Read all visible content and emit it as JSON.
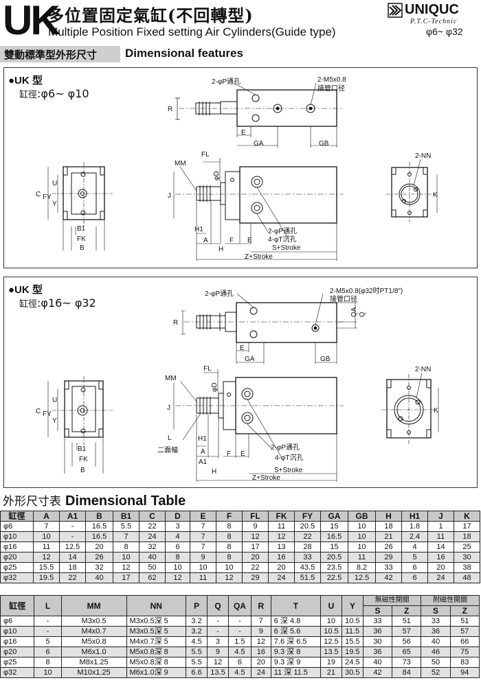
{
  "header": {
    "series_code": "UK",
    "title_zh": "多位置固定氣缸(不回轉型)",
    "title_en": "Multiple Position Fixed setting Air Cylinders(Guide type)",
    "brand_name": "UNIQUC",
    "brand_sub": "P.T.C-Technic",
    "size_range": "φ6~ φ32"
  },
  "section": {
    "title_zh": "雙動標準型外形尺寸",
    "title_en": "Dimensional features"
  },
  "panel1": {
    "model": "●UK 型",
    "bore_prefix": "缸徑",
    "bore_range": ":φ6~ φ10",
    "labels": {
      "p_hole": "2-φP通孔",
      "m5": "2-M5x0.8",
      "port": "接管口径",
      "R": "R",
      "E": "E",
      "GA": "GA",
      "GB": "GB",
      "FL": "FL",
      "MM": "MM",
      "D": "φD",
      "J": "J",
      "H1": "H1",
      "A": "A",
      "F": "F",
      "E2": "E",
      "H": "H",
      "p_hole2": "2-φP通孔",
      "t_hole": "4-φT沉孔",
      "s_stroke": "S+Stroke",
      "z_stroke": "Z+Stroke",
      "C": "C",
      "FY": "FY",
      "U": "U",
      "Y": "Y",
      "B1": "B1",
      "FK": "FK",
      "B": "B",
      "NN": "2-NN",
      "K": "K"
    }
  },
  "panel2": {
    "model": "●UK 型",
    "bore_prefix": "缸徑",
    "bore_range": ":φ16~ φ32",
    "labels": {
      "p_hole": "2-φP通孔",
      "m5": "2-M5x0.8(φ32时PT1/8\")",
      "port": "接管口径",
      "R": "R",
      "E": "E",
      "GA": "GA",
      "GB": "GB",
      "QA": "QA",
      "Q": "Q",
      "FL": "FL",
      "MM": "MM",
      "D": "φD",
      "J": "J",
      "L": "L",
      "two_face": "二面幅",
      "H1": "H1",
      "A": "A",
      "A1": "A1",
      "F": "F",
      "E2": "E",
      "H": "H",
      "p_hole2": "2-φP通孔",
      "t_hole": "4-φT沉孔",
      "s_stroke": "S+Stroke",
      "z_stroke": "Z+Stroke",
      "C": "C",
      "FY": "FY",
      "U": "U",
      "Y": "Y",
      "B1": "B1",
      "FK": "FK",
      "B": "B",
      "NN": "2-NN",
      "K": "K"
    }
  },
  "dim_table": {
    "title_zh": "外形尺寸表",
    "title_en": "Dimensional Table",
    "table1": {
      "headers": [
        "缸徑",
        "A",
        "A1",
        "B",
        "B1",
        "C",
        "D",
        "E",
        "F",
        "FL",
        "FK",
        "FY",
        "GA",
        "GB",
        "H",
        "H1",
        "J",
        "K"
      ],
      "rows": [
        [
          "φ6",
          "7",
          "-",
          "16.5",
          "5.5",
          "22",
          "3",
          "7",
          "8",
          "9",
          "11",
          "20.5",
          "15",
          "10",
          "18",
          "1.8",
          "1",
          "17"
        ],
        [
          "φ10",
          "10",
          "-",
          "16.5",
          "7",
          "24",
          "4",
          "7",
          "8",
          "12",
          "12",
          "22",
          "16.5",
          "10",
          "21",
          "2.4",
          "11",
          "18"
        ],
        [
          "φ16",
          "11",
          "12.5",
          "20",
          "8",
          "32",
          "6",
          "7",
          "8",
          "17",
          "13",
          "28",
          "15",
          "10",
          "26",
          "4",
          "14",
          "25"
        ],
        [
          "φ20",
          "12",
          "14",
          "26",
          "10",
          "40",
          "8",
          "9",
          "8",
          "20",
          "16",
          "33",
          "20.5",
          "11",
          "29",
          "5",
          "16",
          "30"
        ],
        [
          "φ25",
          "15.5",
          "18",
          "32",
          "12",
          "50",
          "10",
          "10",
          "10",
          "22",
          "20",
          "43.5",
          "23.5",
          "8.2",
          "33",
          "6",
          "20",
          "38"
        ],
        [
          "φ32",
          "19.5",
          "22",
          "40",
          "17",
          "62",
          "12",
          "11",
          "12",
          "29",
          "24",
          "51.5",
          "22.5",
          "12.5",
          "42",
          "6",
          "24",
          "48"
        ]
      ]
    },
    "table2": {
      "headers": [
        "缸徑",
        "L",
        "MM",
        "NN",
        "P",
        "Q",
        "QA",
        "R",
        "T",
        "U",
        "Y",
        "無磁性開關",
        "附磁性開關"
      ],
      "sub_headers": [
        "S",
        "Z",
        "S",
        "Z"
      ],
      "rows": [
        [
          "φ6",
          "-",
          "M3x0.5",
          "M3x0.5深 5",
          "3.2",
          "-",
          "-",
          "7",
          "6 深 4.8",
          "10",
          "10.5",
          "33",
          "51",
          "33",
          "51"
        ],
        [
          "φ10",
          "-",
          "M4x0.7",
          "M3x0.5深 5",
          "3.2",
          "-",
          "-",
          "9",
          "6 深 5.6",
          "10.5",
          "11.5",
          "36",
          "57",
          "36",
          "57"
        ],
        [
          "φ16",
          "5",
          "M5x0.8",
          "M4x0.7深 5",
          "4.5",
          "3",
          "1.5",
          "12",
          "7.6 深 6.5",
          "12.5",
          "15.5",
          "30",
          "56",
          "40",
          "66"
        ],
        [
          "φ20",
          "6",
          "M6x1.0",
          "M5x0.8深 8",
          "5.5",
          "9",
          "4.5",
          "16",
          "9.3 深 8",
          "13.5",
          "19.5",
          "36",
          "65",
          "46",
          "75"
        ],
        [
          "φ25",
          "8",
          "M8x1.25",
          "M5x0.8深 8",
          "5.5",
          "12",
          "6",
          "20",
          "9.3 深 9",
          "19",
          "24.5",
          "40",
          "73",
          "50",
          "83"
        ],
        [
          "φ32",
          "10",
          "M10x1.25",
          "M6x1.0深 9",
          "6.6",
          "13.5",
          "4.5",
          "24",
          "11 深 11.5",
          "21",
          "30.5",
          "42",
          "84",
          "52",
          "94"
        ]
      ]
    }
  }
}
